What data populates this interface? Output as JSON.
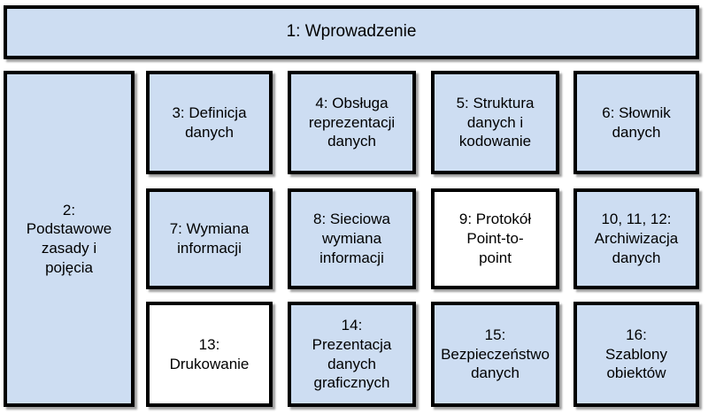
{
  "diagram": {
    "title_banner": {
      "id": "1",
      "label": "1: Wprowadzenie",
      "fill": "#cdddf2"
    },
    "sidebar_node": {
      "id": "2",
      "label": "2:\nPodstawowe\nzasady i\npojęcia",
      "fill": "#cdddf2"
    },
    "grid_nodes": [
      {
        "id": "3",
        "label": "3: Definicja\ndanych",
        "fill": "#cdddf2",
        "row": 1,
        "col": 2
      },
      {
        "id": "4",
        "label": "4: Obsługa\nreprezentacji\ndanych",
        "fill": "#cdddf2",
        "row": 1,
        "col": 3
      },
      {
        "id": "5",
        "label": "5: Struktura\ndanych i\nkodowanie",
        "fill": "#cdddf2",
        "row": 1,
        "col": 4
      },
      {
        "id": "6",
        "label": "6: Słownik\ndanych",
        "fill": "#cdddf2",
        "row": 1,
        "col": 5
      },
      {
        "id": "7",
        "label": "7: Wymiana\ninformacji",
        "fill": "#cdddf2",
        "row": 2,
        "col": 2
      },
      {
        "id": "8",
        "label": "8: Sieciowa\nwymiana\ninformacji",
        "fill": "#cdddf2",
        "row": 2,
        "col": 3
      },
      {
        "id": "9",
        "label": "9: Protokół\nPoint-to-\npoint",
        "fill": "#ffffff",
        "row": 2,
        "col": 4
      },
      {
        "id": "10, 11, 12",
        "label": "10, 11, 12:\nArchiwizacja\ndanych",
        "fill": "#cdddf2",
        "row": 2,
        "col": 5
      },
      {
        "id": "13",
        "label": "13:\nDrukowanie",
        "fill": "#ffffff",
        "row": 3,
        "col": 2
      },
      {
        "id": "14",
        "label": "14:\nPrezentacja\ndanych\ngraficznych",
        "fill": "#cdddf2",
        "row": 3,
        "col": 3
      },
      {
        "id": "15",
        "label": "15:\nBezpieczeństwo\ndanych",
        "fill": "#cdddf2",
        "row": 3,
        "col": 4
      },
      {
        "id": "16",
        "label": "16:\nSzablony\nobiektów",
        "fill": "#cdddf2",
        "row": 3,
        "col": 5
      }
    ],
    "colors": {
      "node_fill": "#cdddf2",
      "node_fill_alt": "#ffffff",
      "border": "#000000",
      "text": "#000000",
      "background": "#ffffff"
    }
  }
}
